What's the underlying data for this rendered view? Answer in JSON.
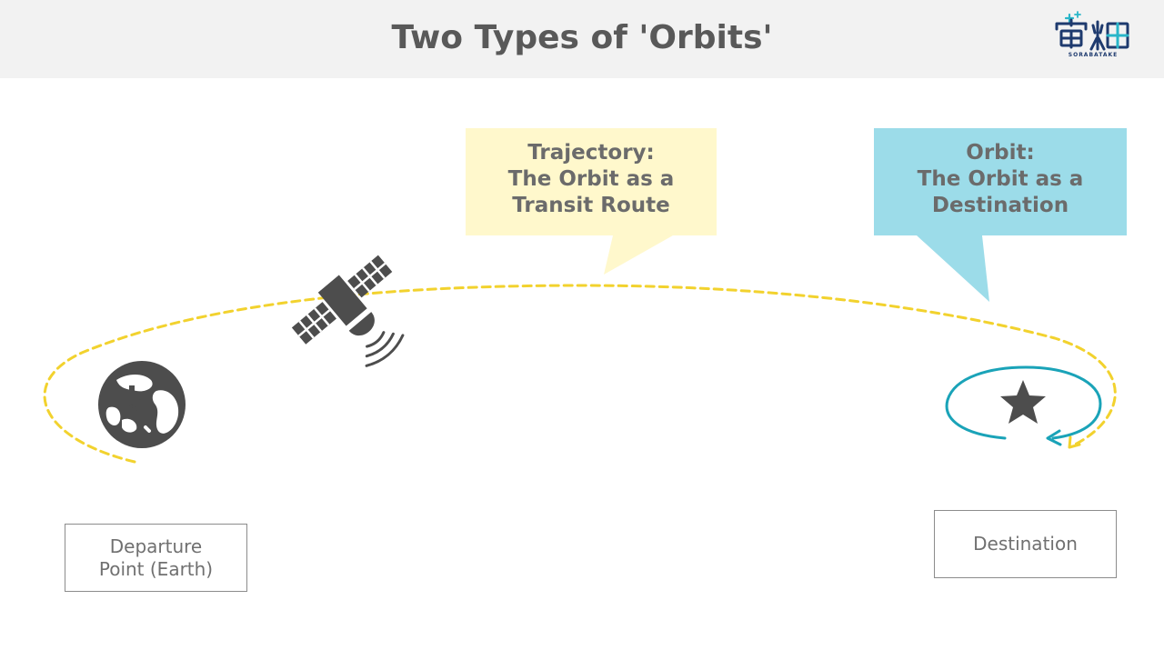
{
  "title": "Two Types of 'Orbits'",
  "logo": {
    "main": "宙畑",
    "sub": "SORABATAKE",
    "accent_color": "#29b6c9",
    "text_color": "#1e3a6e"
  },
  "callouts": {
    "trajectory": {
      "lines": [
        "Trajectory:",
        "The Orbit as a",
        "Transit Route"
      ],
      "fill_color": "#fff8cc"
    },
    "orbit": {
      "lines": [
        "Orbit:",
        "The Orbit as a",
        "Destination"
      ],
      "fill_color": "#9cdce9"
    }
  },
  "labels": {
    "departure": [
      "Departure",
      "Point (Earth)"
    ],
    "destination": "Destination"
  },
  "icons": {
    "earth": "globe-icon",
    "satellite": "satellite-icon",
    "destination": "star-icon"
  },
  "colors": {
    "trajectory_path": "#f2d22e",
    "orbit_path": "#1aa3b8",
    "icon_fill": "#4d4d4d",
    "callout_text": "#6b6b6b"
  }
}
